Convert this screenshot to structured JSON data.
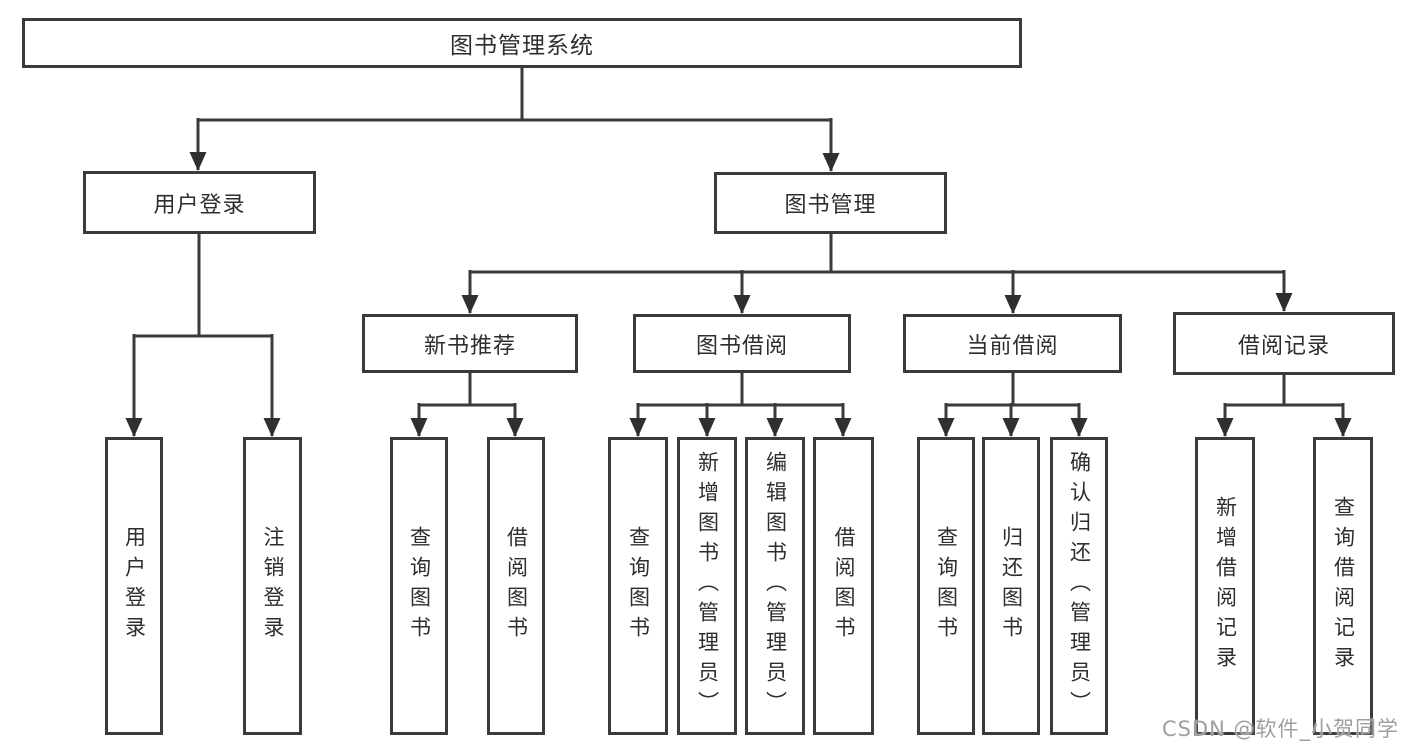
{
  "tree": {
    "root": {
      "label": "图书管理系统"
    },
    "branches": [
      {
        "label": "用户登录",
        "children": [
          {
            "label": "用户登录"
          },
          {
            "label": "注销登录"
          }
        ]
      },
      {
        "label": "图书管理",
        "children": [
          {
            "label": "新书推荐",
            "children": [
              {
                "label": "查询图书"
              },
              {
                "label": "借阅图书"
              }
            ]
          },
          {
            "label": "图书借阅",
            "children": [
              {
                "label": "查询图书"
              },
              {
                "label": "新增图书（管理员）"
              },
              {
                "label": "编辑图书（管理员）"
              },
              {
                "label": "借阅图书"
              }
            ]
          },
          {
            "label": "当前借阅",
            "children": [
              {
                "label": "查询图书"
              },
              {
                "label": "归还图书"
              },
              {
                "label": "确认归还（管理员）"
              }
            ]
          },
          {
            "label": "借阅记录",
            "children": [
              {
                "label": "新增借阅记录"
              },
              {
                "label": "查询借阅记录"
              }
            ]
          }
        ]
      }
    ]
  },
  "watermark": "CSDN @软件_小贺同学",
  "colors": {
    "line": "#3a3a3a",
    "text": "#2e2e2e",
    "watermark": "#9f9f9f",
    "background": "#ffffff"
  }
}
